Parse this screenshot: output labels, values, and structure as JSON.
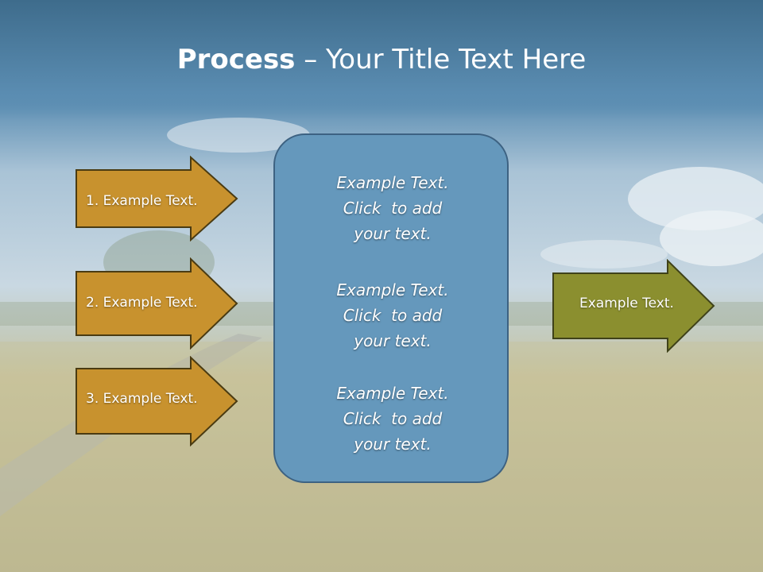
{
  "title": {
    "bold": "Process",
    "rest": " – Your Title Text Here"
  },
  "colors": {
    "sky_top": "#3f6e8e",
    "sky_mid": "#6f9cc0",
    "field": "#b7b493",
    "input_arrow_fill": "#c8922e",
    "input_arrow_stroke": "#4a3b12",
    "center_fill": "#6598bc",
    "center_stroke": "#3d6282",
    "output_arrow_fill": "#8b8f2f",
    "output_arrow_stroke": "#3f421a"
  },
  "inputs": [
    {
      "label": "1. Example Text."
    },
    {
      "label": "2. Example Text."
    },
    {
      "label": "3. Example Text."
    }
  ],
  "center": {
    "blocks": [
      {
        "line1": "Example Text.",
        "line2": "Click  to add",
        "line3": "your text."
      },
      {
        "line1": "Example Text.",
        "line2": "Click  to add",
        "line3": "your text."
      },
      {
        "line1": "Example Text.",
        "line2": "Click  to add",
        "line3": "your text."
      }
    ]
  },
  "output": {
    "label": "Example Text."
  }
}
